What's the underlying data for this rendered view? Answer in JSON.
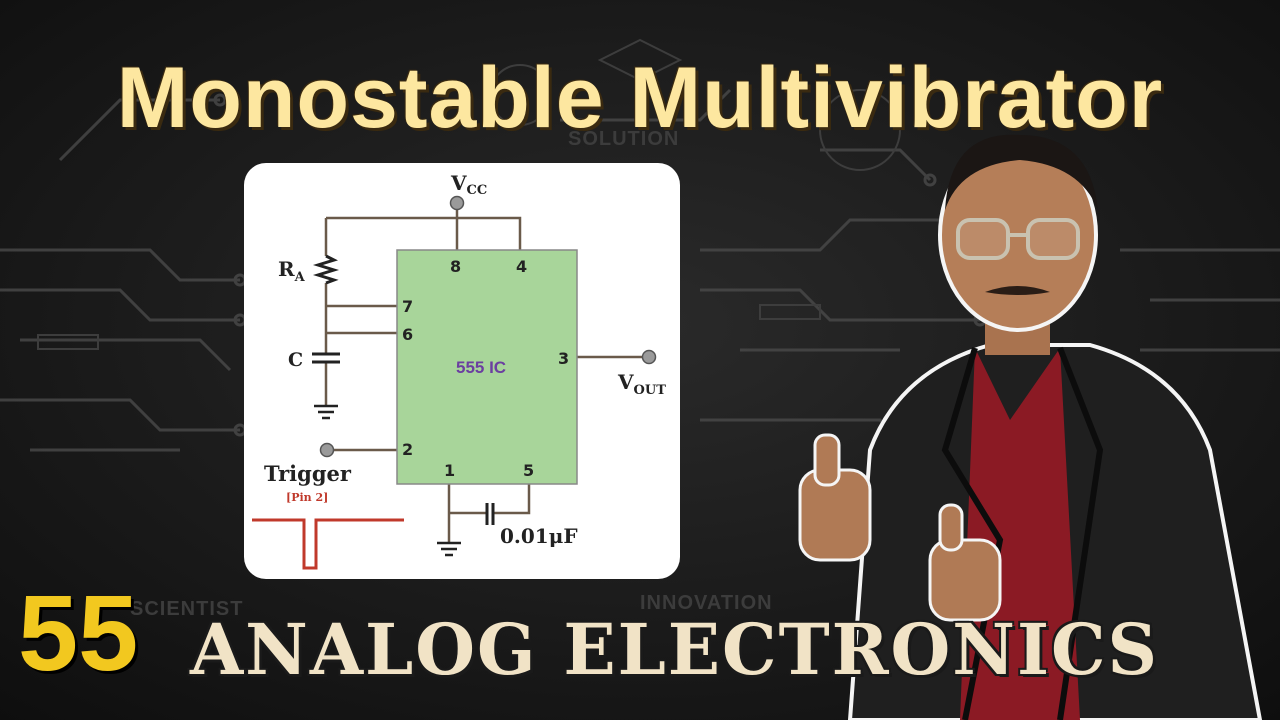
{
  "title": "Monostable Multivibrator",
  "episode_number": "55",
  "series_title": "ANALOG ELECTRONICS",
  "background_words": {
    "solution": "SOLUTION",
    "scientist": "SCIENTIST",
    "innovation": "INNOVATION"
  },
  "circuit": {
    "vcc_label": "V",
    "vcc_sub": "CC",
    "ra_label": "R",
    "ra_sub": "A",
    "c_label": "C",
    "ic_label": "555 IC",
    "pin_8": "8",
    "pin_4": "4",
    "pin_7": "7",
    "pin_6": "6",
    "pin_3": "3",
    "pin_2": "2",
    "pin_1": "1",
    "pin_5": "5",
    "vout_label": "V",
    "vout_sub": "OUT",
    "trigger_label": "Trigger",
    "trigger_pin": "[Pin 2]",
    "cap_value": "0.01μF"
  },
  "colors": {
    "title": "#fde7a0",
    "number": "#f2c81f",
    "ic_fill": "#a8d59a",
    "ic_text": "#6b3fa0",
    "trigger_pin": "#c0392b",
    "pulse": "#c0392b",
    "wire": "#8a6a4a"
  },
  "icons": [
    "circuit-pattern-icon",
    "ground-icon",
    "capacitor-icon",
    "resistor-icon",
    "terminal-node-icon",
    "pulse-waveform-icon"
  ]
}
